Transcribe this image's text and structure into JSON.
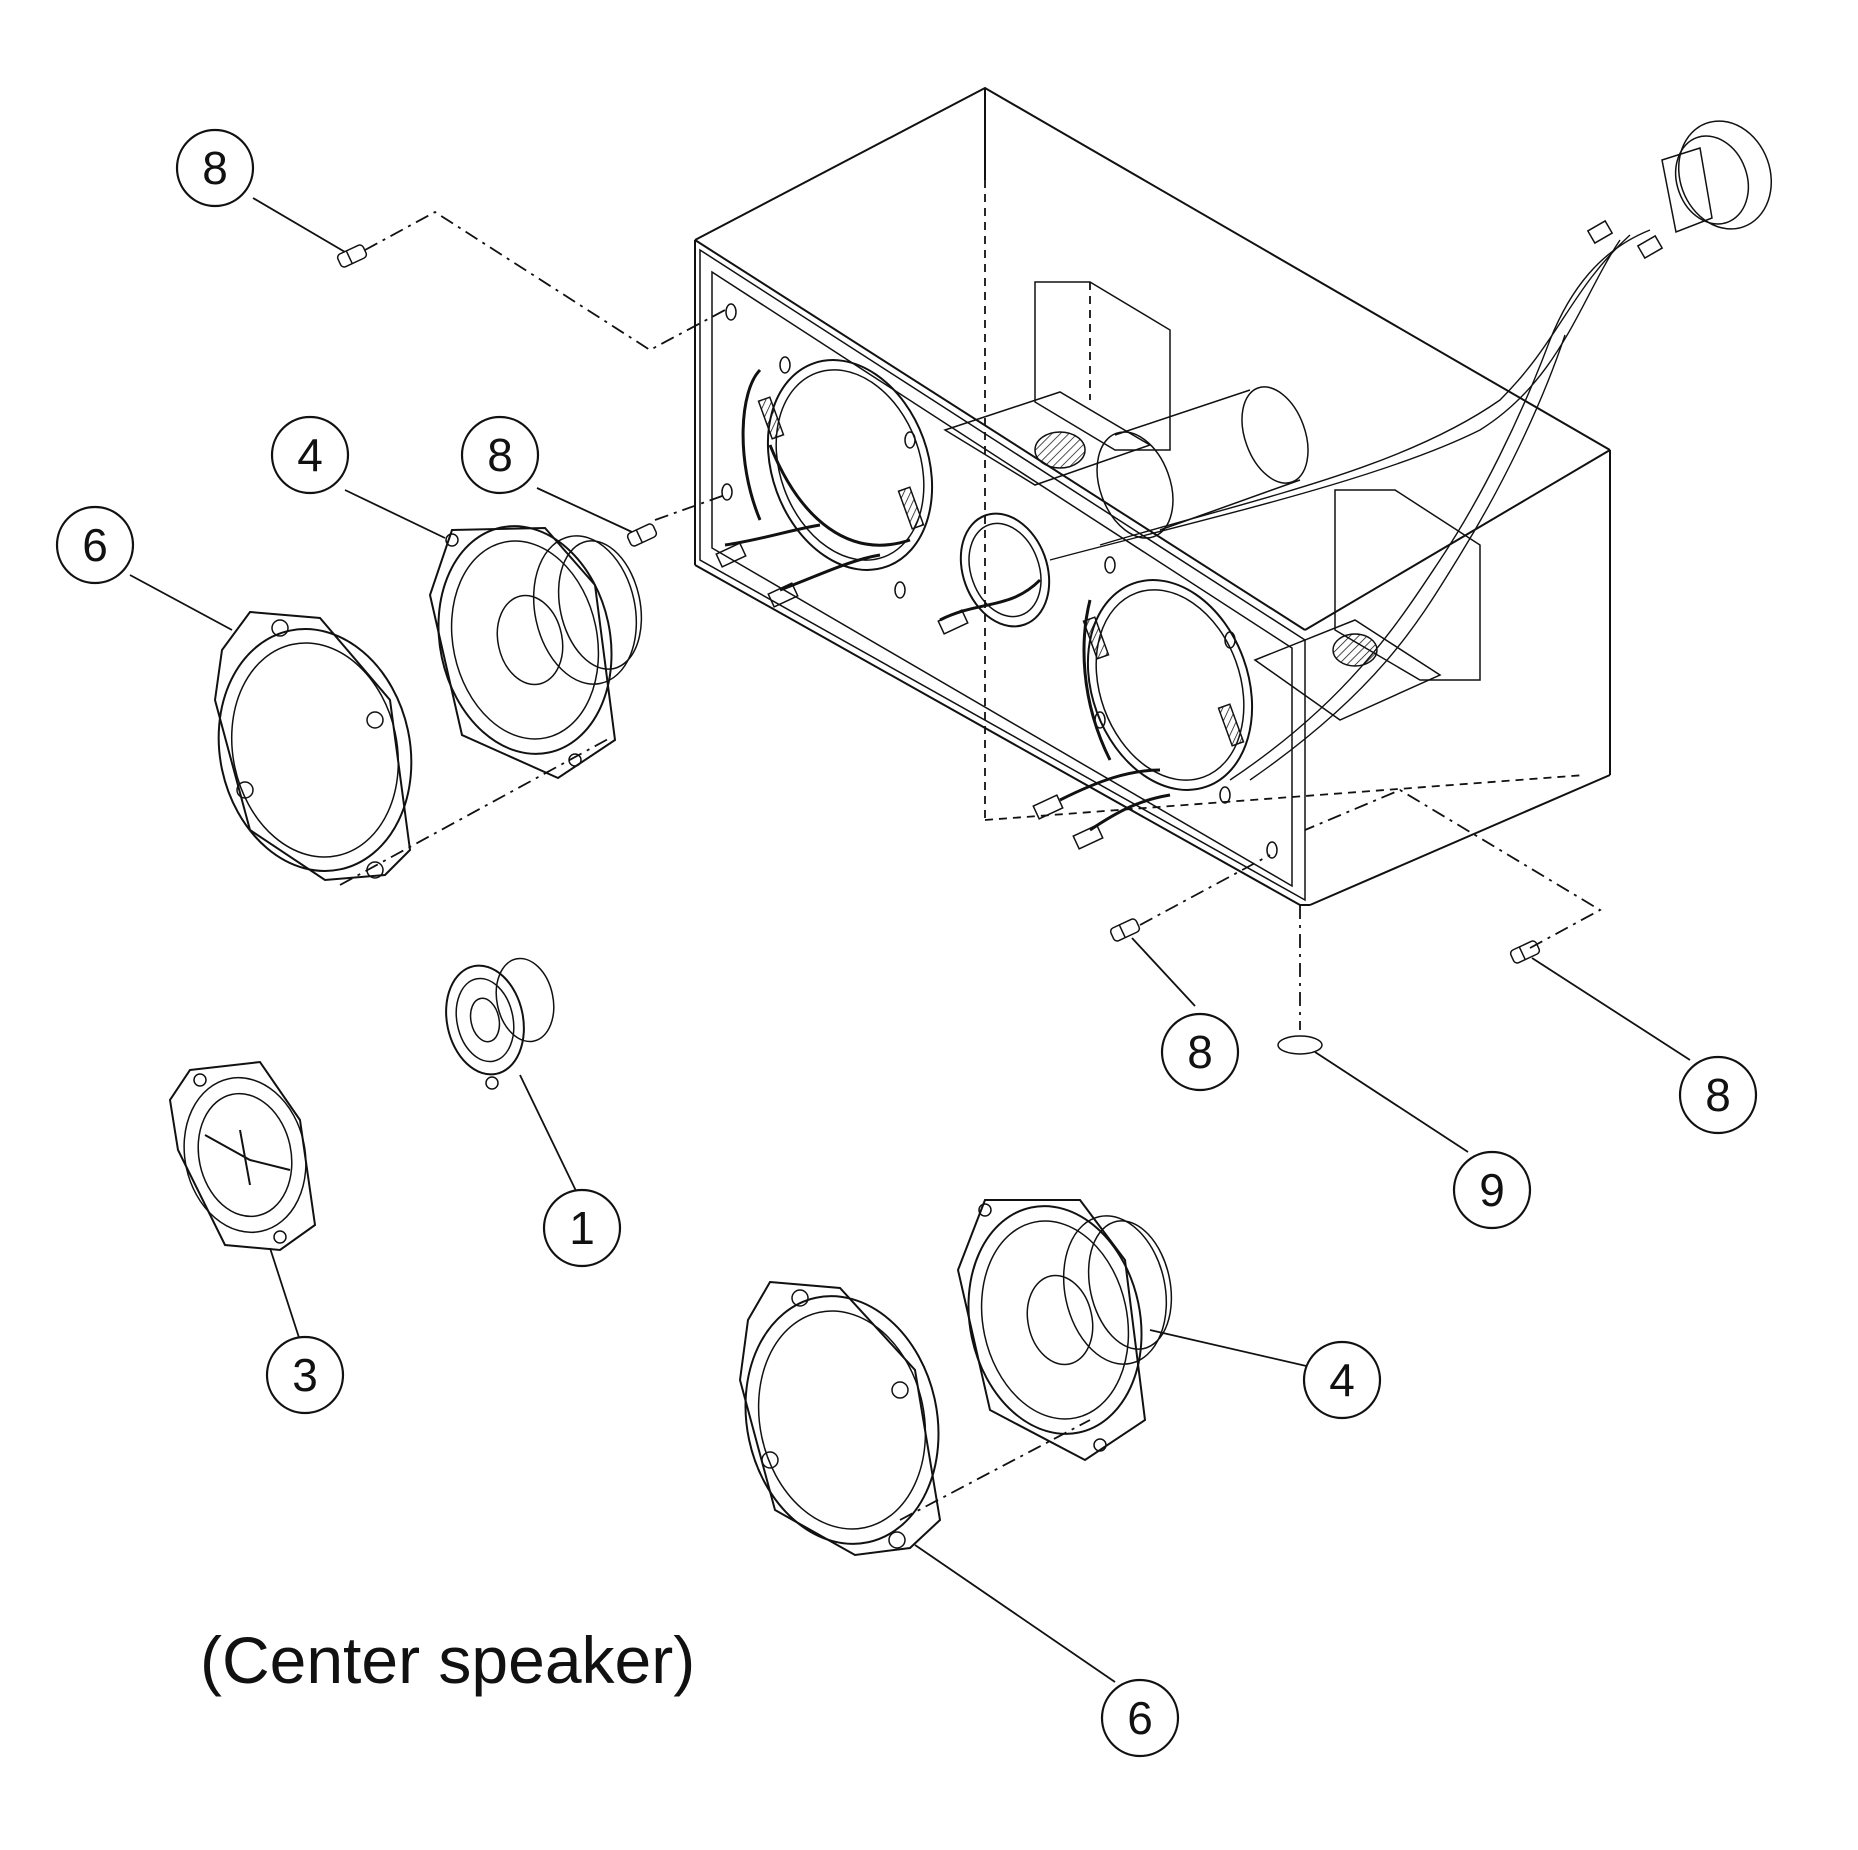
{
  "caption": "(Center speaker)",
  "callouts": {
    "c8a": "8",
    "c8b": "8",
    "c8c": "8",
    "c8d": "8",
    "c4a": "4",
    "c4b": "4",
    "c6a": "6",
    "c6b": "6",
    "c1": "1",
    "c3": "3",
    "c9": "9"
  }
}
